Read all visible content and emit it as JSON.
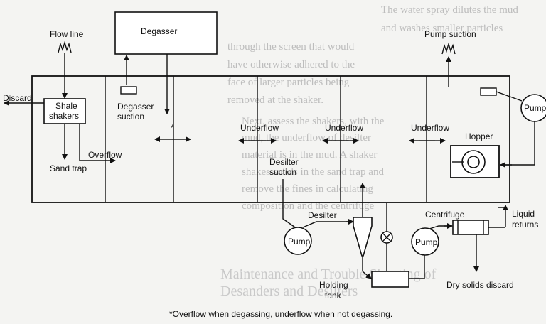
{
  "labels": {
    "flow_line": "Flow line",
    "degasser": "Degasser",
    "pump_suction": "Pump suction",
    "discard": "Discard",
    "shale_shakers_1": "Shale",
    "shale_shakers_2": "shakers",
    "degasser_suction_1": "Degasser",
    "degasser_suction_2": "suction",
    "star": "*",
    "underflow_1": "Underflow",
    "underflow_2": "Underflow",
    "underflow_3": "Underflow",
    "pump_right": "Pump",
    "hopper": "Hopper",
    "overflow": "Overflow",
    "sand_trap": "Sand trap",
    "desilter_suction_1": "Desilter",
    "desilter_suction_2": "suction",
    "desilter": "Desilter",
    "centrifuge": "Centrifuge",
    "liquid_returns_1": "Liquid",
    "liquid_returns_2": "returns",
    "pump_desilter": "Pump",
    "pump_centrifuge": "Pump",
    "holding_tank_1": "Holding",
    "holding_tank_2": "tank",
    "dry_solids_discard": "Dry solids discard",
    "footnote": "*Overflow when degassing, underflow when not degassing."
  },
  "background_text": {
    "line1": "The water spray dilutes the mud",
    "line2": "and washes smaller particles",
    "line3": "through the screen that would",
    "line4": "have otherwise adhered to the",
    "line5": "face of larger particles being",
    "line6": "removed at the shaker.",
    "line7": "Next, assess the shakers, with the",
    "line8": "mud, the underflow of desilter",
    "line9": "material is in the mud. A shaker",
    "line10": "shakes solids in the sand trap and",
    "line11": "remove the fines in calculating",
    "line12": "composition and the centrifuge",
    "heading1": "Maintenance and Trouble Shooting of",
    "heading2": "Desanders and Desilters"
  }
}
